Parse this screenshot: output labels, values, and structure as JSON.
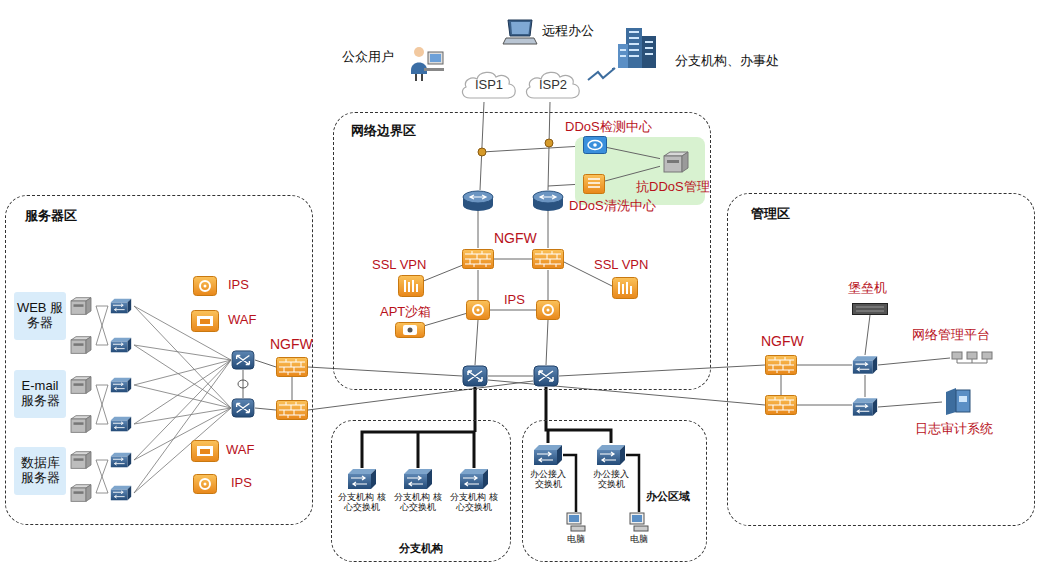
{
  "diagram": {
    "nodes": [
      {
        "text": [
          "ISP1"
        ]
      },
      {
        "text": [
          "ISP2"
        ]
      },
      {
        "text": [
          "公众用户"
        ]
      },
      {
        "text": [
          "远程办公"
        ]
      },
      {
        "text": [
          "分支机构、办事处"
        ]
      },
      {
        "text": [
          "网络边界区"
        ]
      },
      {
        "text": [
          "DDoS检测中心"
        ],
        "in": 5
      },
      {
        "text": [
          "DDoS清洗中心"
        ],
        "in": 5
      },
      {
        "text": [
          "抗DDoS管理"
        ],
        "in": 5
      },
      {
        "text": [
          "NGFW"
        ],
        "in": 5
      },
      {
        "text": [
          "SSL VPN"
        ],
        "in": 5
      },
      {
        "text": [
          "SSL VPN"
        ],
        "in": 5
      },
      {
        "text": [
          "IPS"
        ],
        "in": 5
      },
      {
        "text": [
          "APT沙箱"
        ],
        "in": 5
      },
      {
        "text": [
          "服务器区"
        ]
      },
      {
        "text": [
          "WEB 服务器"
        ],
        "in": 14
      },
      {
        "text": [
          "E-mail 服务器"
        ],
        "in": 14
      },
      {
        "text": [
          "数据库 服务器"
        ],
        "in": 14
      },
      {
        "text": [
          "IPS"
        ],
        "in": 14
      },
      {
        "text": [
          "WAF"
        ],
        "in": 14
      },
      {
        "text": [
          "WAF"
        ],
        "in": 14
      },
      {
        "text": [
          "IPS"
        ],
        "in": 14
      },
      {
        "text": [
          "NGFW"
        ],
        "in": 14
      },
      {
        "text": [
          "管理区"
        ]
      },
      {
        "text": [
          "NGFW"
        ],
        "in": 23
      },
      {
        "text": [
          "堡垒机"
        ],
        "in": 23
      },
      {
        "text": [
          "网络管理平台"
        ],
        "in": 23
      },
      {
        "text": [
          "日志审计系统"
        ],
        "in": 23
      },
      {
        "text": [
          "分支机构"
        ]
      },
      {
        "text": [
          "分支机构 核心交换机"
        ],
        "in": 28
      },
      {
        "text": [
          "分支机构 核心交换机"
        ],
        "in": 28
      },
      {
        "text": [
          "分支机构 核心交换机"
        ],
        "in": 28
      },
      {
        "text": [
          "办公区域"
        ]
      },
      {
        "text": [
          "办公接入 交换机"
        ],
        "in": 32
      },
      {
        "text": [
          "办公接入 交换机"
        ],
        "in": 32
      },
      {
        "text": [
          "电脑"
        ],
        "in": 32
      },
      {
        "text": [
          "电脑"
        ],
        "in": 32
      }
    ],
    "edges": [
      {
        "from": 6,
        "to": 8,
        "arrow": "none"
      },
      {
        "from": 7,
        "to": 8,
        "arrow": "none"
      },
      {
        "from": 9,
        "to": 10,
        "arrow": "none"
      },
      {
        "from": 9,
        "to": 12,
        "arrow": "none"
      },
      {
        "from": 12,
        "to": 13,
        "arrow": "none"
      },
      {
        "from": 33,
        "to": 35,
        "arrow": "none"
      },
      {
        "from": 34,
        "to": 36,
        "arrow": "none"
      }
    ]
  }
}
